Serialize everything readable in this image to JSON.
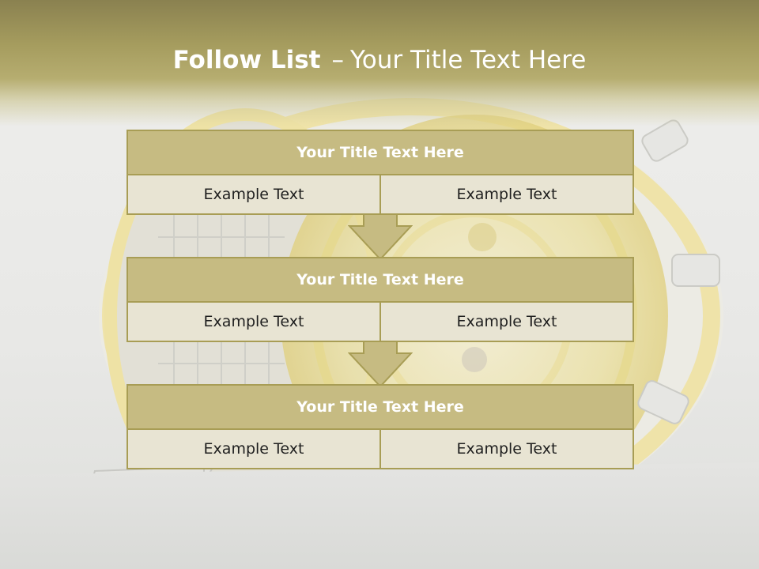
{
  "header": {
    "title_bold": "Follow List",
    "title_dash": "–",
    "title_rest": "Your Title Text Here"
  },
  "blocks": [
    {
      "title": "Your Title Text Here",
      "left": "Example Text",
      "right": "Example Text"
    },
    {
      "title": "Your Title Text Here",
      "left": "Example Text",
      "right": "Example Text"
    },
    {
      "title": "Your Title Text Here",
      "left": "Example Text",
      "right": "Example Text"
    }
  ],
  "colors": {
    "header_band": "#a59c5e",
    "block_title_bg": "#c6bb82",
    "block_border": "#a89d55",
    "cell_bg": "#e8e4d3",
    "arrow_fill": "#c6bb82"
  },
  "background": {
    "subject": "vault-door-icon"
  }
}
